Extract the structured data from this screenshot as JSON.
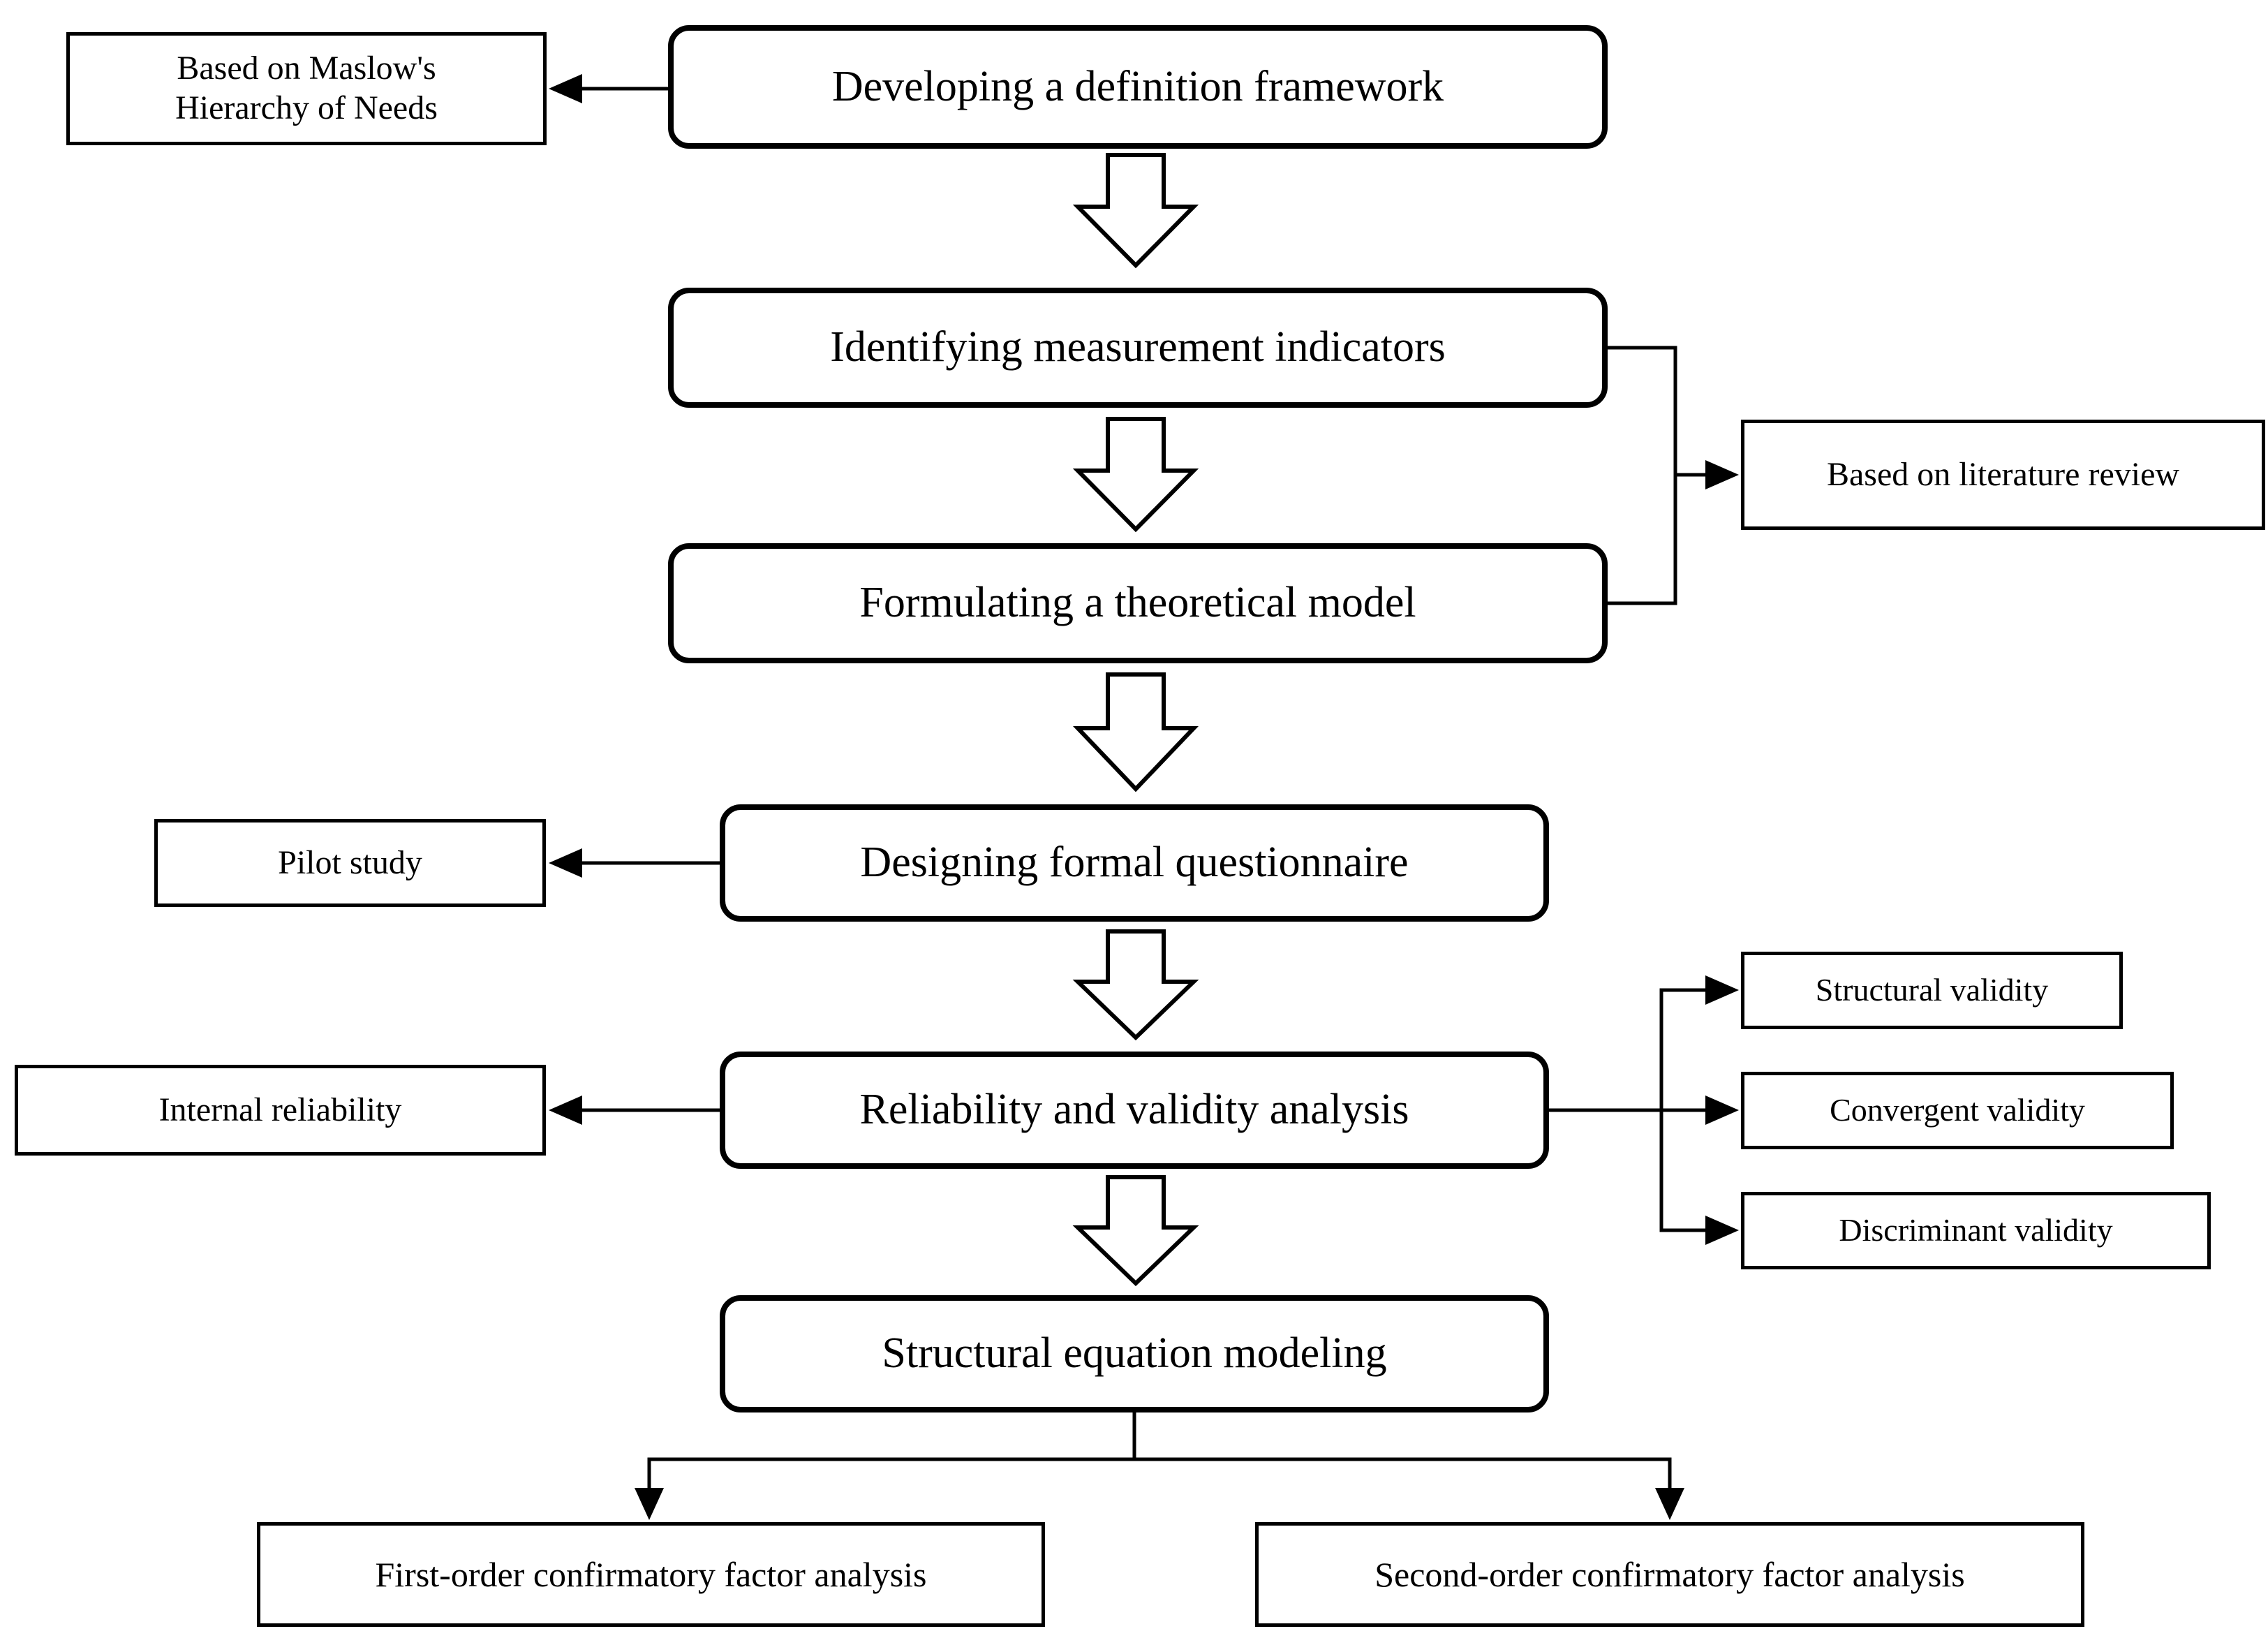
{
  "diagram": {
    "type": "flowchart",
    "background_color": "#ffffff",
    "stroke_color": "#000000",
    "box_fill_color": "#ffffff",
    "nodes": {
      "maslow": {
        "label_line1": "Based on Maslow's",
        "label_line2": "Hierarchy of Needs"
      },
      "developing": {
        "label": "Developing a definition framework"
      },
      "identifying": {
        "label": "Identifying measurement indicators"
      },
      "formulating": {
        "label": "Formulating a theoretical model"
      },
      "literature": {
        "label": "Based on literature review"
      },
      "designing": {
        "label": "Designing formal questionnaire"
      },
      "pilot": {
        "label": "Pilot study"
      },
      "reliability": {
        "label": "Reliability and validity analysis"
      },
      "internal": {
        "label": "Internal reliability"
      },
      "structural_validity": {
        "label": "Structural validity"
      },
      "convergent_validity": {
        "label": "Convergent validity"
      },
      "discriminant_validity": {
        "label": "Discriminant validity"
      },
      "sem": {
        "label": "Structural equation modeling"
      },
      "first_order": {
        "label": "First-order confirmatory factor analysis"
      },
      "second_order": {
        "label": "Second-order confirmatory factor analysis"
      }
    },
    "edges": [
      {
        "from": "developing",
        "to": "maslow",
        "style": "thin-arrow-left"
      },
      {
        "from": "developing",
        "to": "identifying",
        "style": "block-arrow-down"
      },
      {
        "from": "identifying",
        "to": "formulating",
        "style": "block-arrow-down"
      },
      {
        "from": "identifying",
        "to": "literature",
        "style": "thin-arrow-right-bracket"
      },
      {
        "from": "formulating",
        "to": "literature",
        "style": "thin-arrow-right-bracket"
      },
      {
        "from": "formulating",
        "to": "designing",
        "style": "block-arrow-down"
      },
      {
        "from": "designing",
        "to": "pilot",
        "style": "thin-arrow-left"
      },
      {
        "from": "designing",
        "to": "reliability",
        "style": "block-arrow-down"
      },
      {
        "from": "reliability",
        "to": "internal",
        "style": "thin-arrow-left"
      },
      {
        "from": "reliability",
        "to": "structural_validity",
        "style": "thin-arrow-right-branch"
      },
      {
        "from": "reliability",
        "to": "convergent_validity",
        "style": "thin-arrow-right-branch"
      },
      {
        "from": "reliability",
        "to": "discriminant_validity",
        "style": "thin-arrow-right-branch"
      },
      {
        "from": "reliability",
        "to": "sem",
        "style": "block-arrow-down"
      },
      {
        "from": "sem",
        "to": "first_order",
        "style": "thin-arrow-down-branch"
      },
      {
        "from": "sem",
        "to": "second_order",
        "style": "thin-arrow-down-branch"
      }
    ]
  }
}
